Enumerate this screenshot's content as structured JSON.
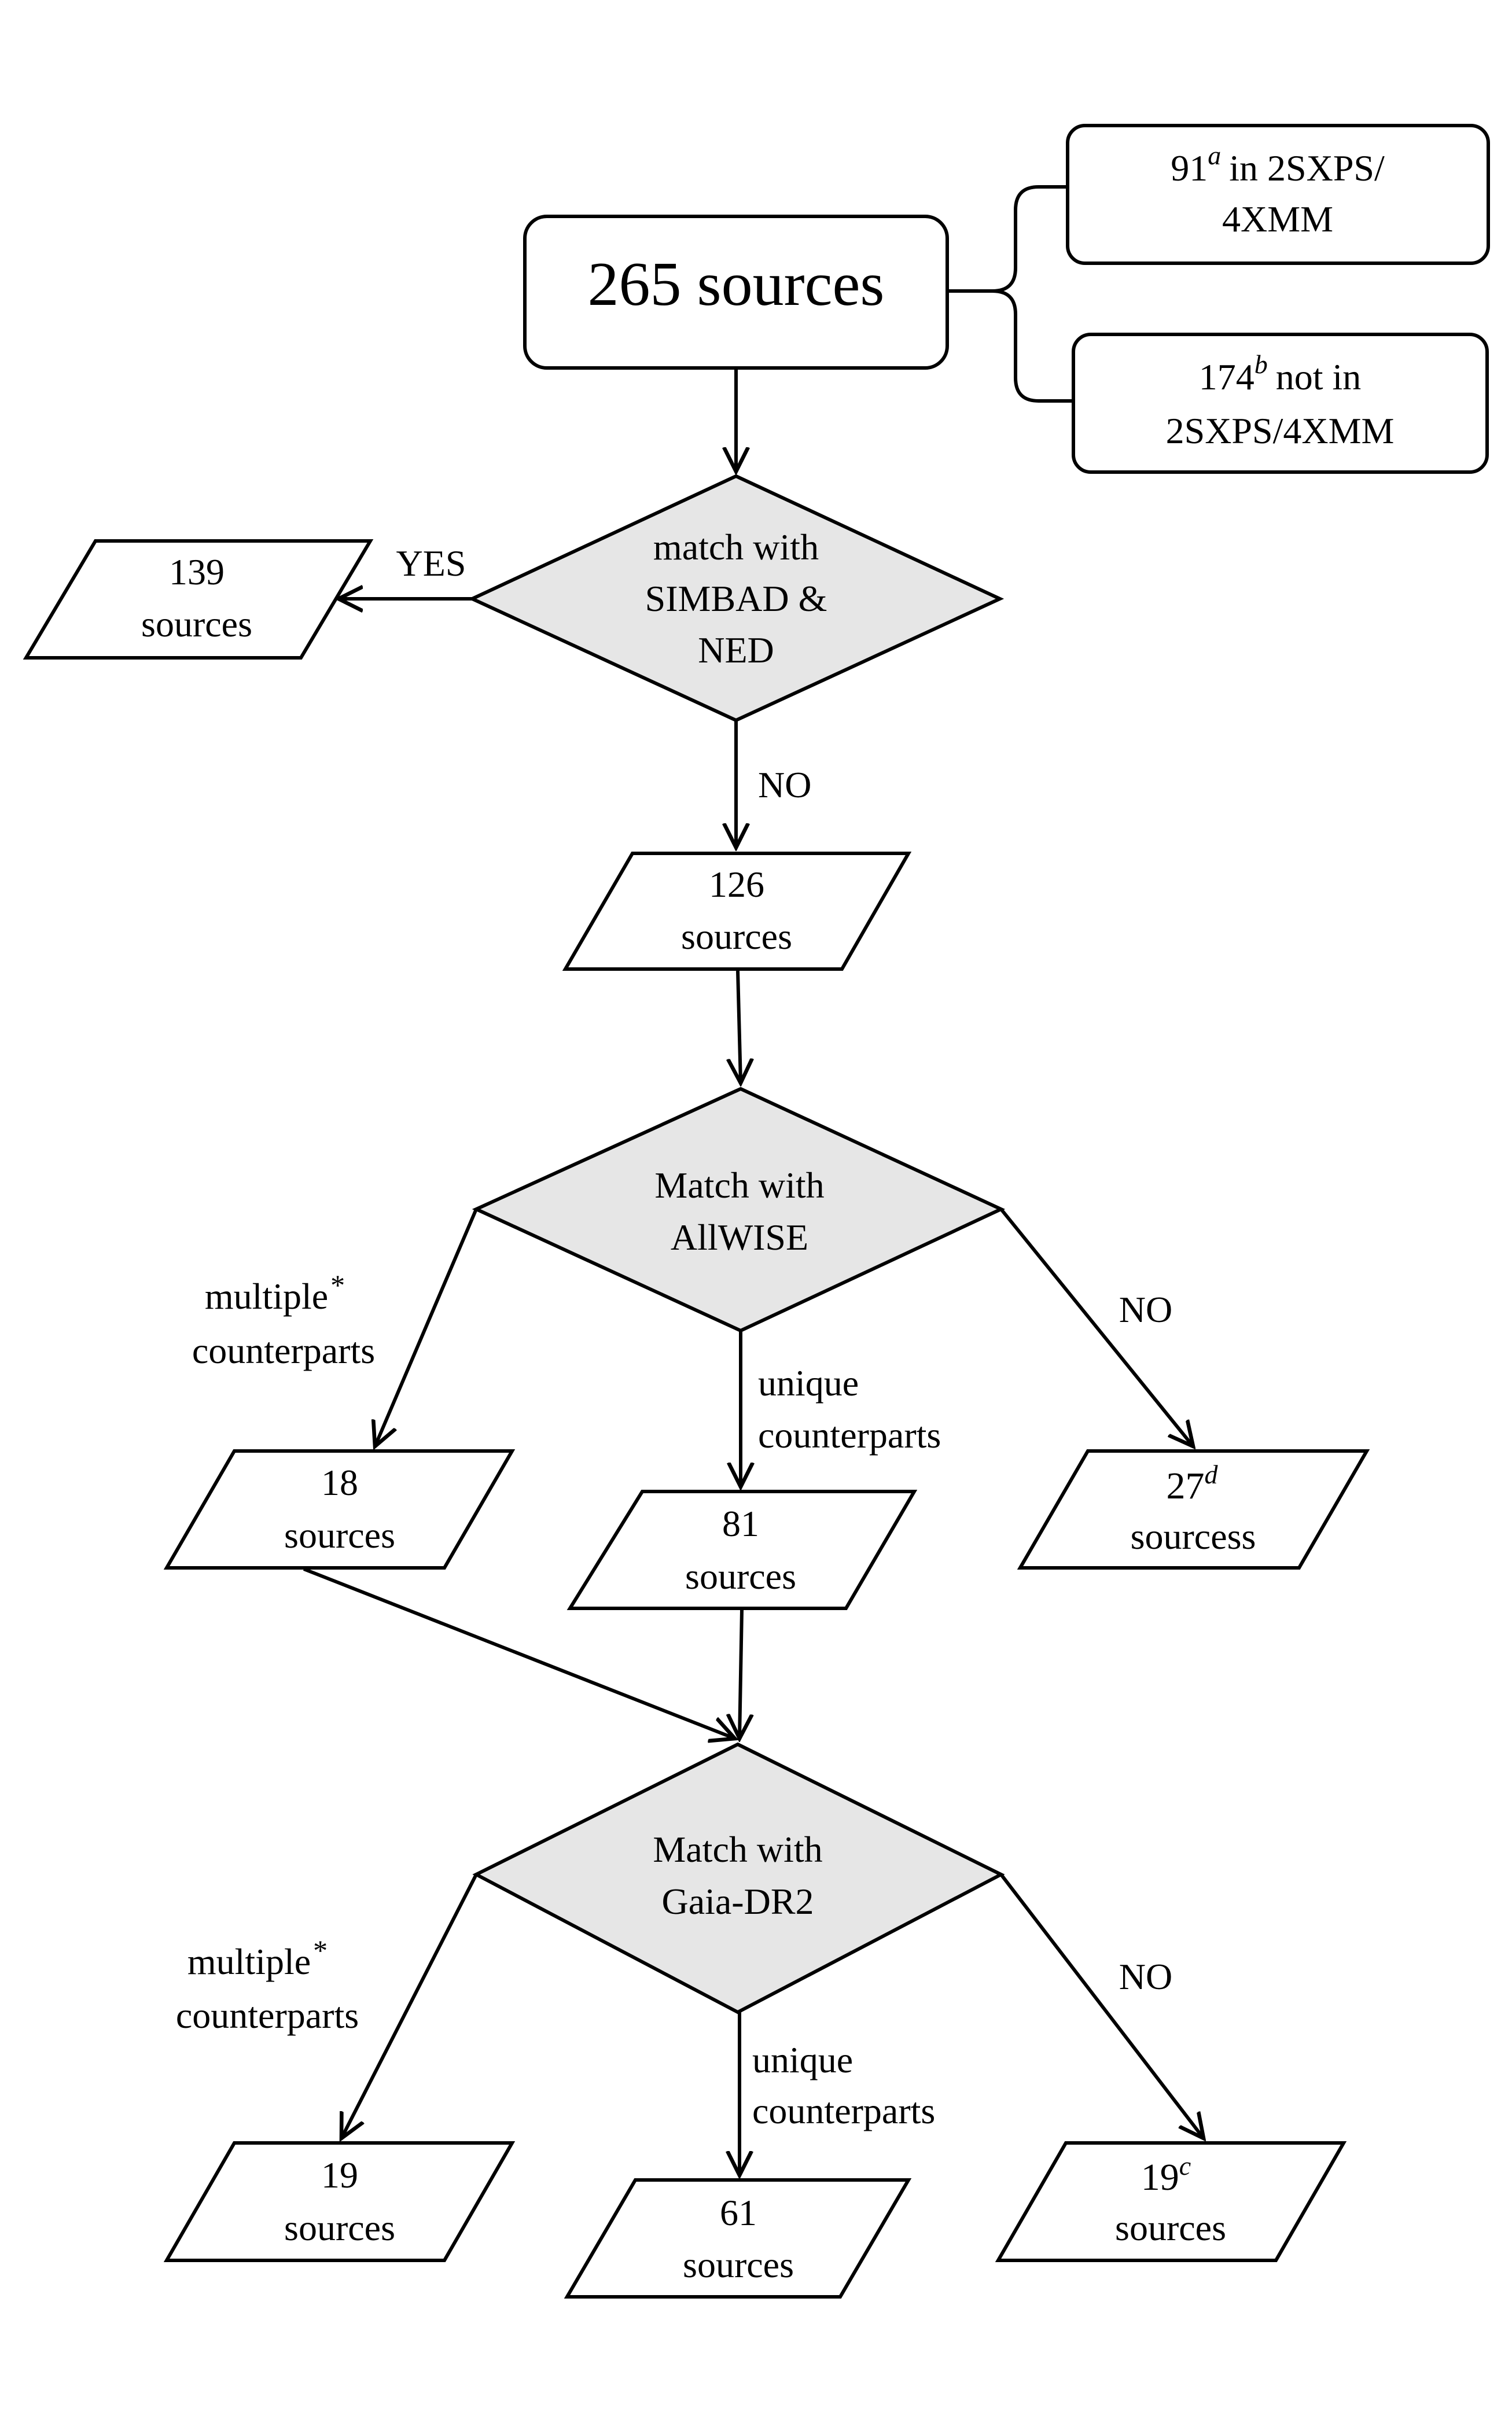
{
  "colors": {
    "stroke": "#000000",
    "decision_fill": "#e6e6e6",
    "box_fill": "#ffffff"
  },
  "start": {
    "label": "265 sources"
  },
  "split": {
    "in_catalog": {
      "count": "91",
      "mark": "a",
      "line1_rest": "in 2SXPS/",
      "line2": "4XMM"
    },
    "not_in_catalog": {
      "count": "174",
      "mark": "b",
      "line1_rest": "not in",
      "line2": "2SXPS/4XMM"
    }
  },
  "decision1": {
    "line1": "match with",
    "line2": "SIMBAD &",
    "line3": "NED"
  },
  "decision1_yes": {
    "edge_label": "YES",
    "count": "139",
    "unit": "sources"
  },
  "decision1_no": {
    "edge_label": "NO",
    "count": "126",
    "unit": "sources"
  },
  "decision2": {
    "line1": "Match with",
    "line2": "AllWISE"
  },
  "decision2_multiple": {
    "edge_line1": "multiple",
    "edge_star": "*",
    "edge_line2": "counterparts",
    "count": "18",
    "unit": "sources"
  },
  "decision2_unique": {
    "edge_line1": "unique",
    "edge_line2": "counterparts",
    "count": "81",
    "unit": "sources"
  },
  "decision2_no": {
    "edge_label": "NO",
    "count": "27",
    "mark": "d",
    "unit": "sourcess"
  },
  "decision3": {
    "line1": "Match with",
    "line2": "Gaia-DR2"
  },
  "decision3_multiple": {
    "edge_line1": "multiple",
    "edge_star": "*",
    "edge_line2": "counterparts",
    "count": "19",
    "unit": "sources"
  },
  "decision3_unique": {
    "edge_line1": "unique",
    "edge_line2": "counterparts",
    "count": "61",
    "unit": "sources"
  },
  "decision3_no": {
    "edge_label": "NO",
    "count": "19",
    "mark": "c",
    "unit": "sources"
  }
}
